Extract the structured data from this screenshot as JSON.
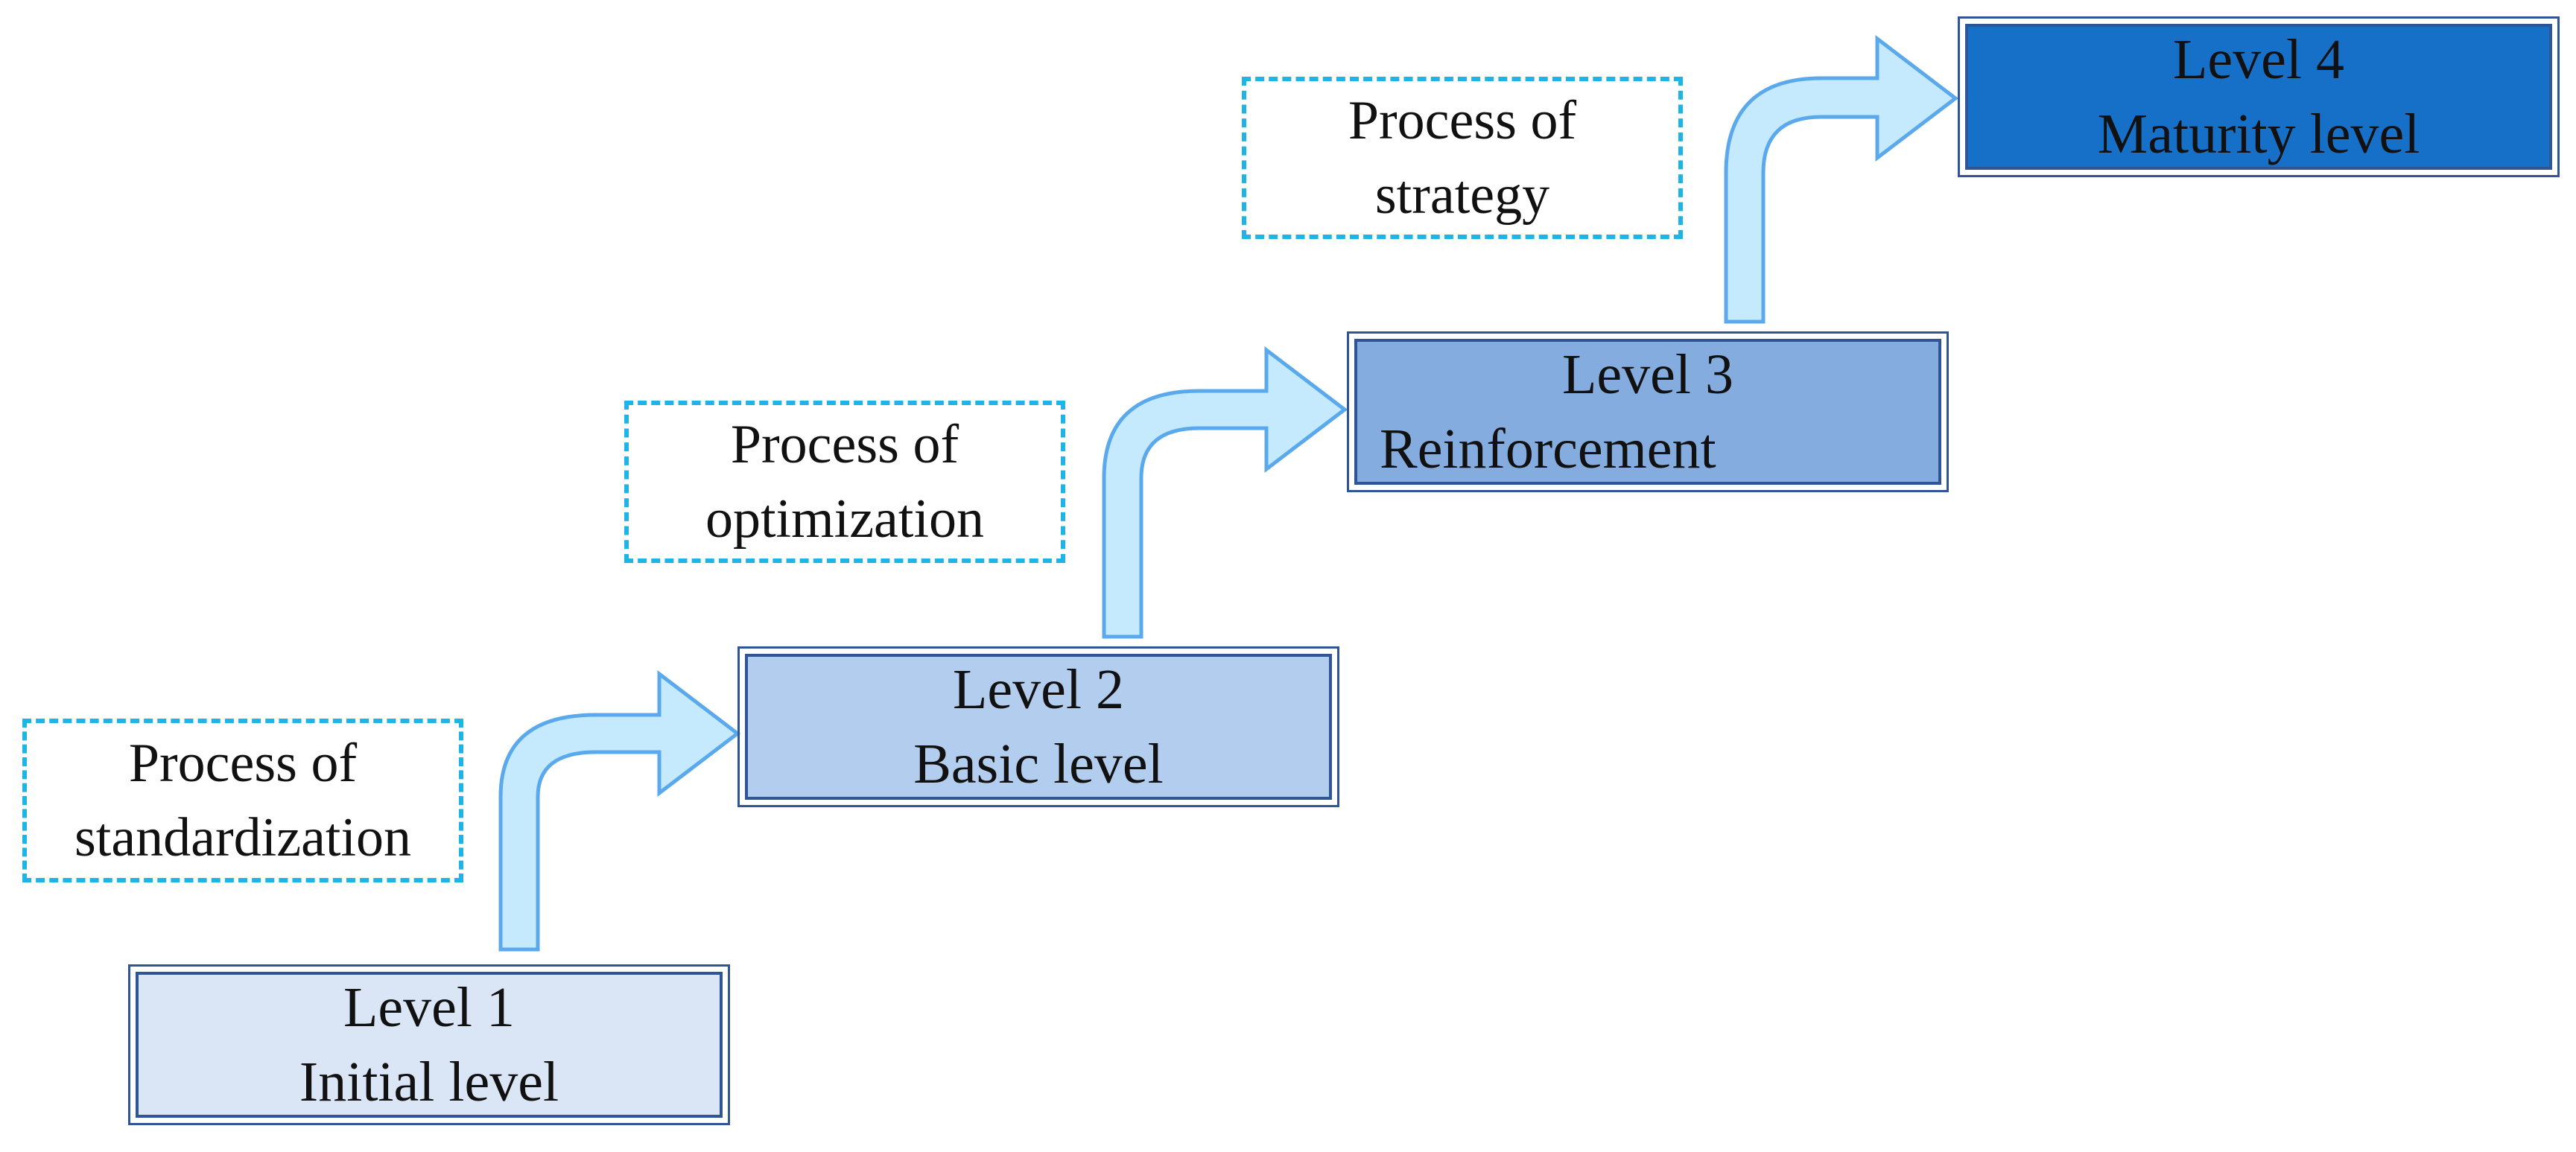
{
  "levels": [
    {
      "level": "Level 1",
      "name": "Initial level",
      "fill": "#dae5f5"
    },
    {
      "level": "Level 2",
      "name": "Basic level",
      "fill": "#b3cdee"
    },
    {
      "level": "Level 3",
      "name": "Reinforcement",
      "fill": "#84acdf"
    },
    {
      "level": "Level 4",
      "name": "Maturity level",
      "fill": "#1770c8"
    }
  ],
  "processes": [
    {
      "line1": "Process of",
      "line2": "standardization"
    },
    {
      "line1": "Process of",
      "line2": "optimization"
    },
    {
      "line1": "Process of",
      "line2": "strategy"
    }
  ],
  "colors": {
    "box_border": "#2f5597",
    "process_border": "#1fb4e6",
    "arrow_fill": "#c5e9fd",
    "arrow_stroke": "#5aa9ec"
  }
}
